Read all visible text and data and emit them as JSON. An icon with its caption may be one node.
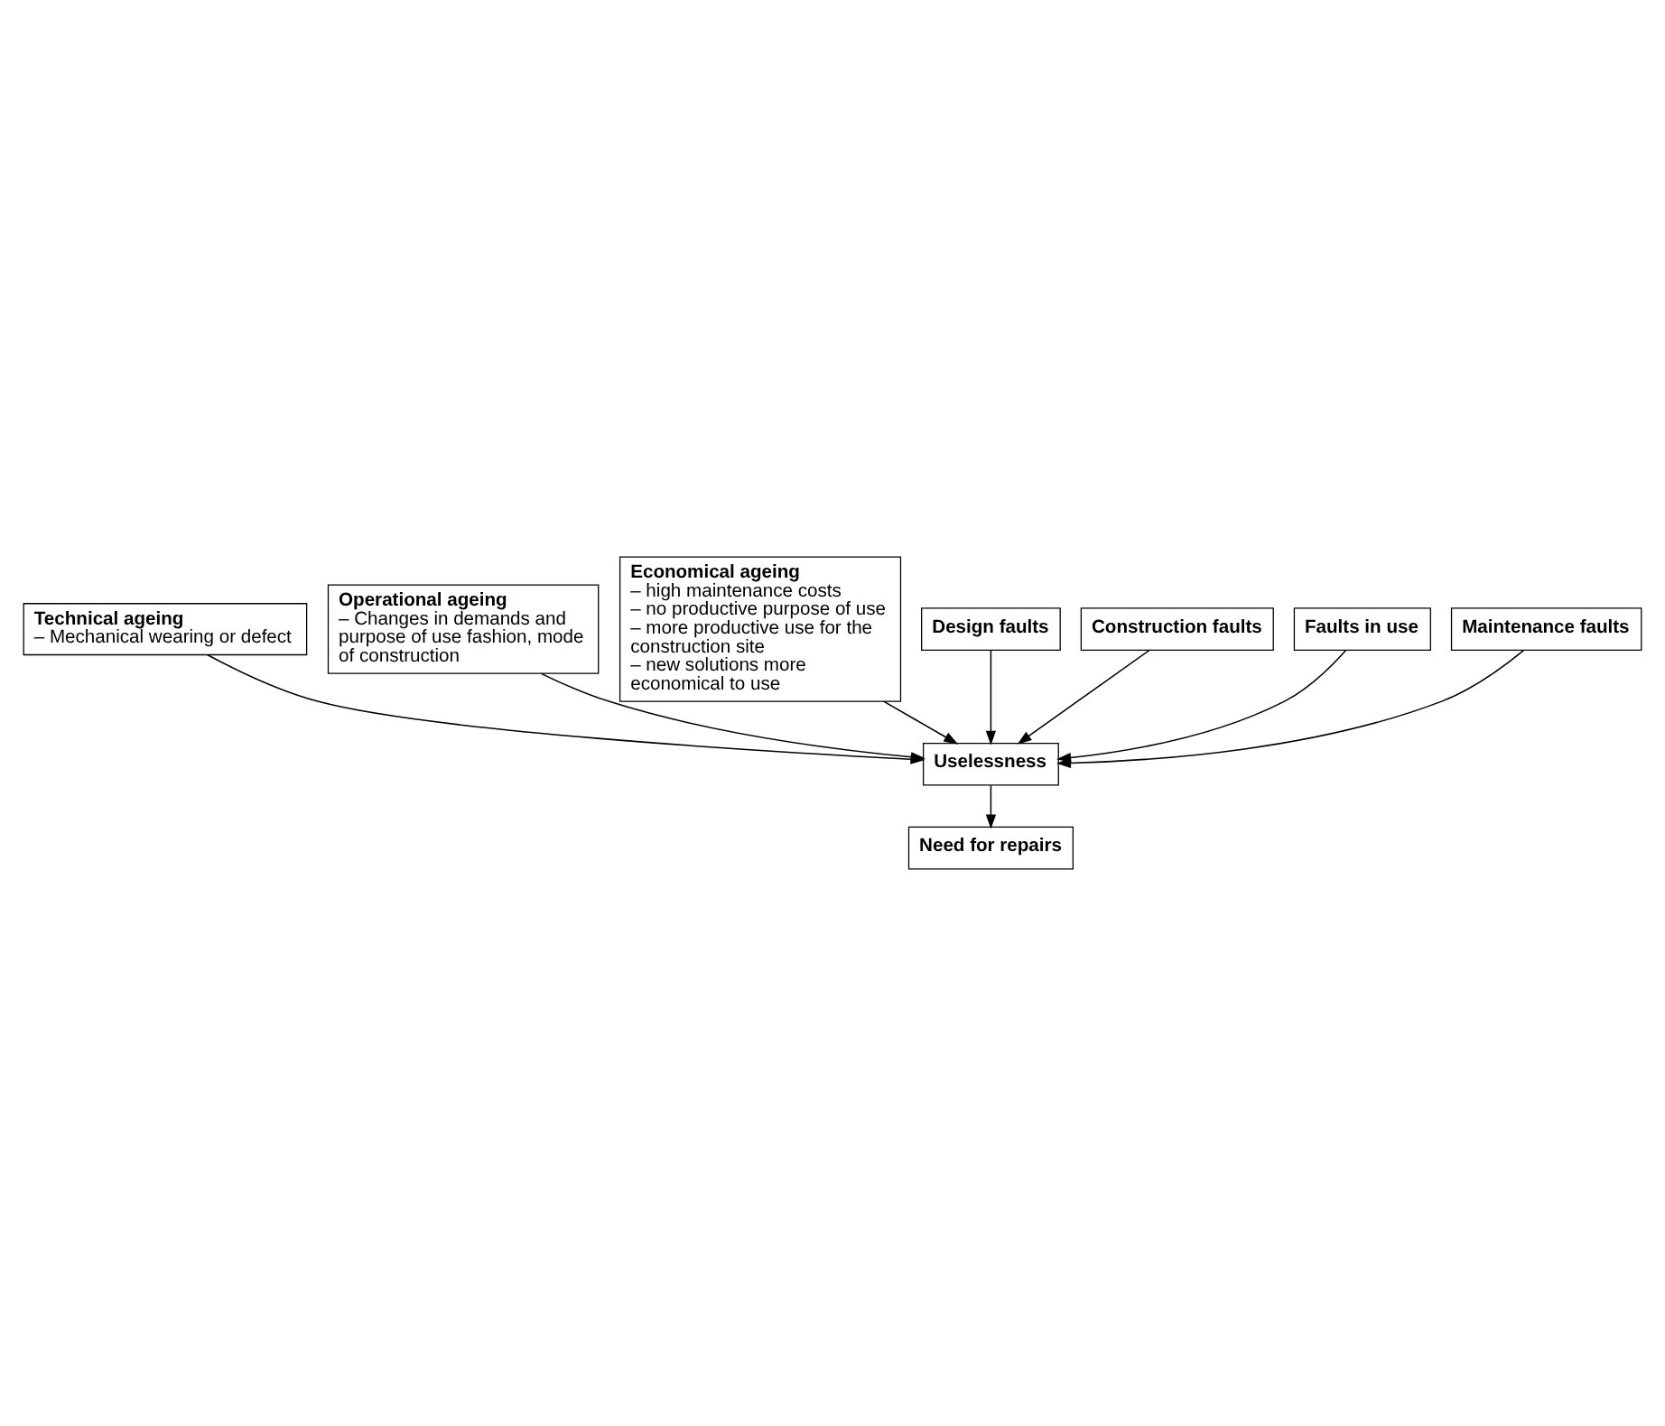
{
  "diagram": {
    "nodes": [
      {
        "text": [
          "Technical ageing",
          "– Mechanical wearing or defect"
        ]
      },
      {
        "text": [
          "Operational ageing",
          "– Changes in demands and purpose of use fashion, mode of construction"
        ]
      },
      {
        "text": [
          "Economical ageing",
          "– high maintenance costs",
          "– no productive purpose of use",
          "– more productive use for the construction site",
          "– new solutions more economical to use"
        ]
      },
      {
        "text": [
          "Design faults"
        ]
      },
      {
        "text": [
          "Construction faults"
        ]
      },
      {
        "text": [
          "Faults in use"
        ]
      },
      {
        "text": [
          "Maintenance faults"
        ]
      },
      {
        "text": [
          "Uselessness"
        ]
      },
      {
        "text": [
          "Need for repairs"
        ]
      }
    ],
    "edges": [
      {
        "from": 0,
        "to": 7,
        "arrow": "to"
      },
      {
        "from": 1,
        "to": 7,
        "arrow": "to"
      },
      {
        "from": 2,
        "to": 7,
        "arrow": "to"
      },
      {
        "from": 3,
        "to": 7,
        "arrow": "to"
      },
      {
        "from": 4,
        "to": 7,
        "arrow": "to"
      },
      {
        "from": 5,
        "to": 7,
        "arrow": "to"
      },
      {
        "from": 6,
        "to": 7,
        "arrow": "to"
      },
      {
        "from": 7,
        "to": 8,
        "arrow": "to"
      }
    ]
  }
}
